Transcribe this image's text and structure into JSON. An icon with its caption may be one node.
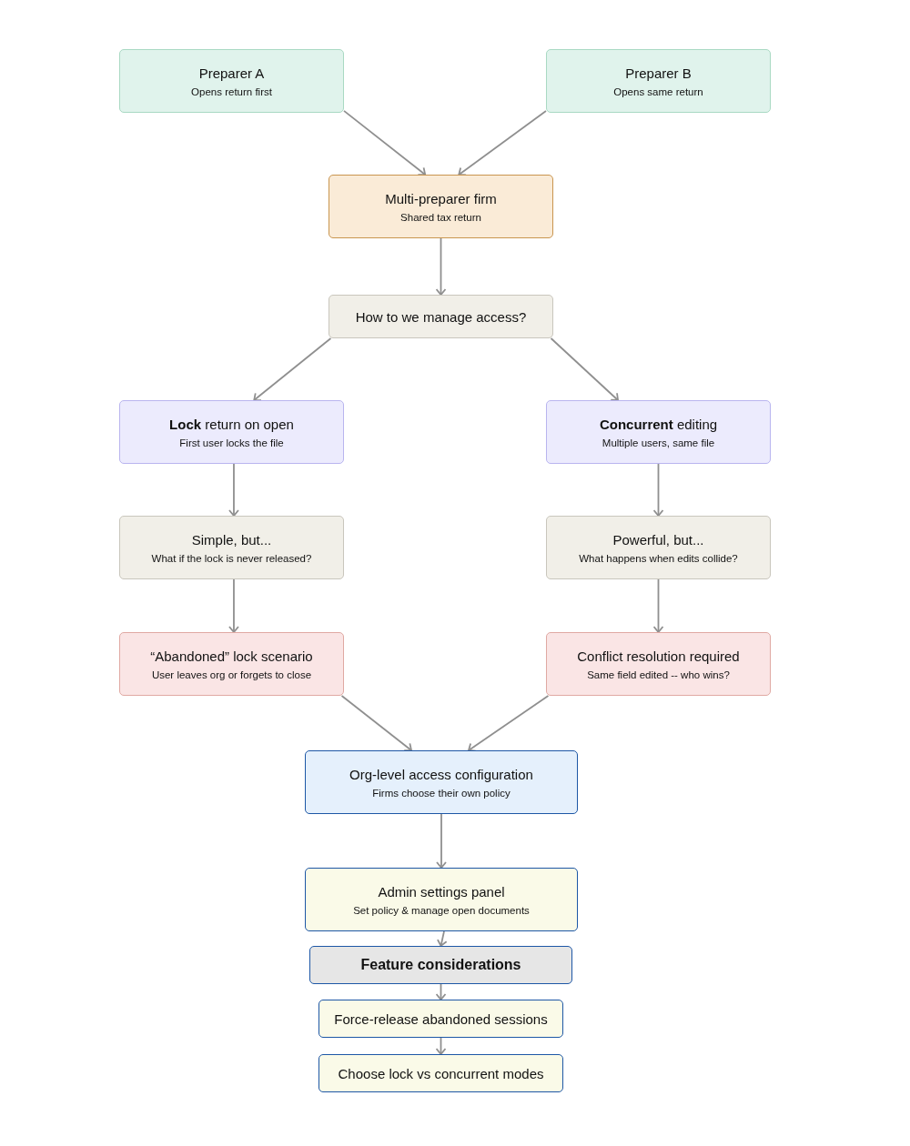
{
  "diagram": {
    "nodes": [
      {
        "text": [
          "Preparer A",
          "Opens return first"
        ]
      },
      {
        "text": [
          "Preparer B",
          "Opens same return"
        ]
      },
      {
        "text": [
          "Multi-preparer firm",
          "Shared tax return"
        ]
      },
      {
        "text": [
          "How to we manage access?"
        ]
      },
      {
        "text": [
          "**Lock** return on open",
          "First user locks the file"
        ]
      },
      {
        "text": [
          "**Concurrent** editing",
          "Multiple users, same file"
        ]
      },
      {
        "text": [
          "Simple, but...",
          "What if the lock is never released?"
        ]
      },
      {
        "text": [
          "Powerful, but...",
          "What happens when edits collide?"
        ]
      },
      {
        "text": [
          "“Abandoned” lock scenario",
          "User leaves org or forgets to close"
        ]
      },
      {
        "text": [
          "Conflict resolution required",
          "Same field edited -- who wins?"
        ]
      },
      {
        "text": [
          "Org-level access configuration",
          "Firms choose their own policy"
        ]
      },
      {
        "text": [
          "Admin settings panel",
          "Set policy & manage open documents"
        ]
      },
      {
        "text": [
          "Feature considerations"
        ]
      },
      {
        "text": [
          "Force-release abandoned sessions"
        ]
      },
      {
        "text": [
          "Choose lock vs concurrent modes"
        ]
      }
    ],
    "edges": [
      {
        "from": 0,
        "to": 2,
        "arrow": "to"
      },
      {
        "from": 1,
        "to": 2,
        "arrow": "to"
      },
      {
        "from": 2,
        "to": 3,
        "arrow": "to"
      },
      {
        "from": 3,
        "to": 4,
        "arrow": "to"
      },
      {
        "from": 3,
        "to": 5,
        "arrow": "to"
      },
      {
        "from": 4,
        "to": 6,
        "arrow": "to"
      },
      {
        "from": 5,
        "to": 7,
        "arrow": "to"
      },
      {
        "from": 6,
        "to": 8,
        "arrow": "to"
      },
      {
        "from": 7,
        "to": 9,
        "arrow": "to"
      },
      {
        "from": 8,
        "to": 10,
        "arrow": "to"
      },
      {
        "from": 9,
        "to": 10,
        "arrow": "to"
      },
      {
        "from": 10,
        "to": 11,
        "arrow": "to"
      },
      {
        "from": 11,
        "to": 12,
        "arrow": "to"
      },
      {
        "from": 12,
        "to": 13,
        "arrow": "to"
      },
      {
        "from": 13,
        "to": 14,
        "arrow": "to"
      }
    ]
  }
}
